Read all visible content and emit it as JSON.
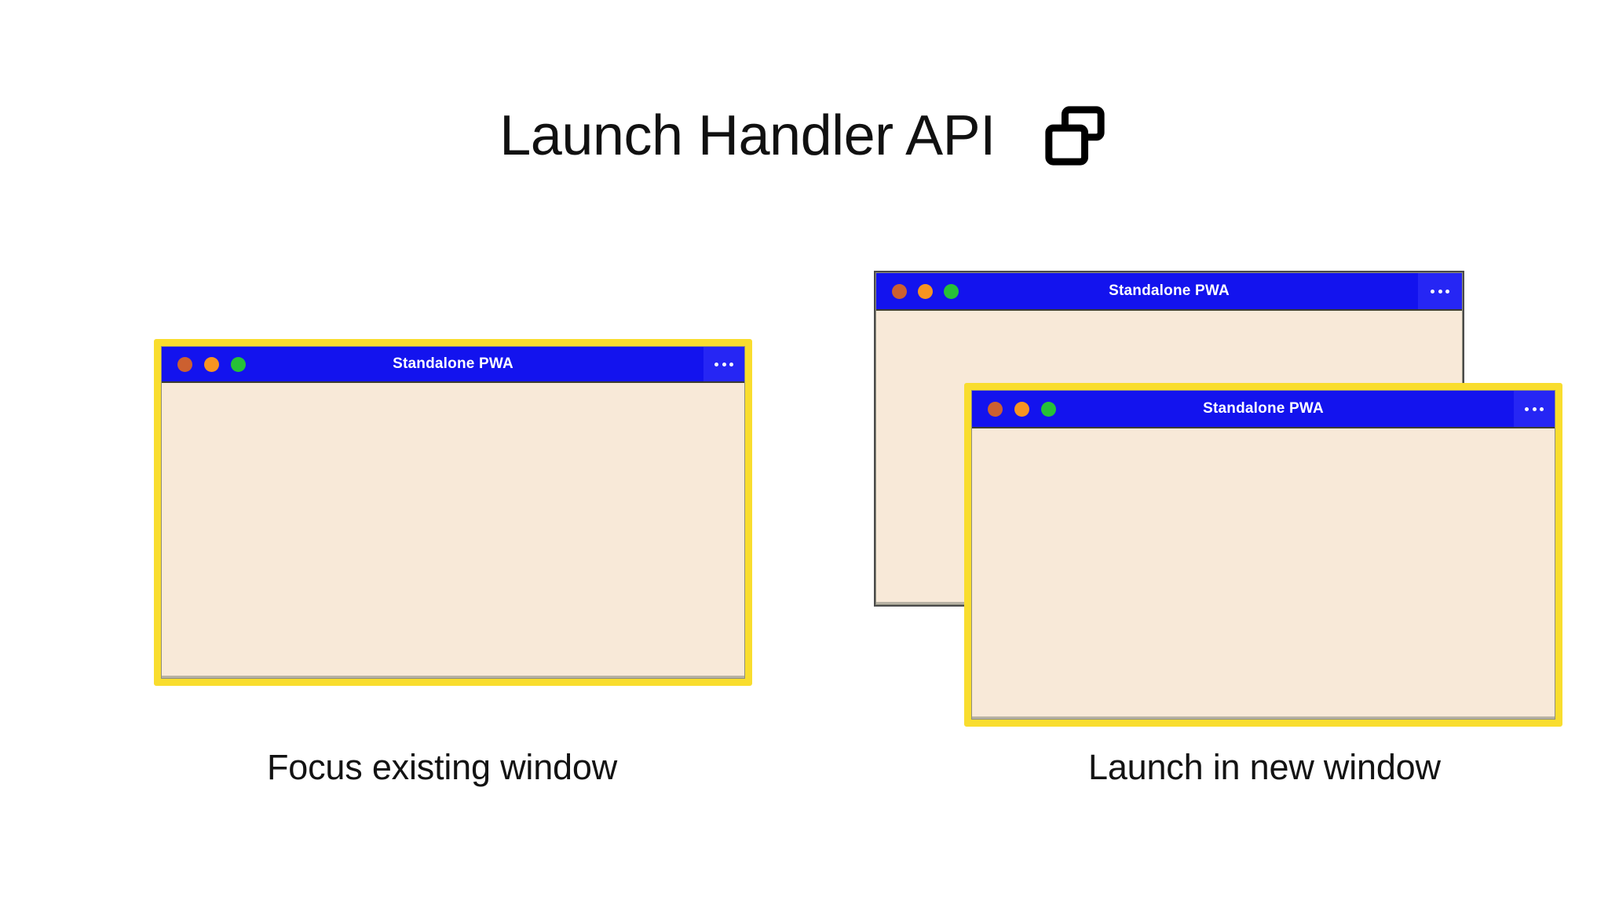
{
  "header": {
    "title": "Launch Handler API",
    "icon": "windows-overlap-icon"
  },
  "colors": {
    "titlebar_blue": "#1313EE",
    "window_body_cream": "#F8E9D8",
    "highlight_yellow": "#F9DD2E",
    "dot_close": "#CC6030",
    "dot_minimize": "#F79421",
    "dot_maximize": "#26C137",
    "page_background": "#FFFFFF",
    "text_dark": "#131313"
  },
  "windows": {
    "left": {
      "title": "Standalone PWA",
      "menu_icon": "overflow-menu-icon",
      "highlighted": true,
      "traffic_lights": [
        "close",
        "minimize",
        "maximize"
      ]
    },
    "right_back": {
      "title": "Standalone PWA",
      "menu_icon": "overflow-menu-icon",
      "highlighted": false,
      "traffic_lights": [
        "close",
        "minimize",
        "maximize"
      ]
    },
    "right_front": {
      "title": "Standalone PWA",
      "menu_icon": "overflow-menu-icon",
      "highlighted": true,
      "traffic_lights": [
        "close",
        "minimize",
        "maximize"
      ]
    }
  },
  "captions": {
    "left": "Focus existing window",
    "right": "Launch in new window"
  }
}
